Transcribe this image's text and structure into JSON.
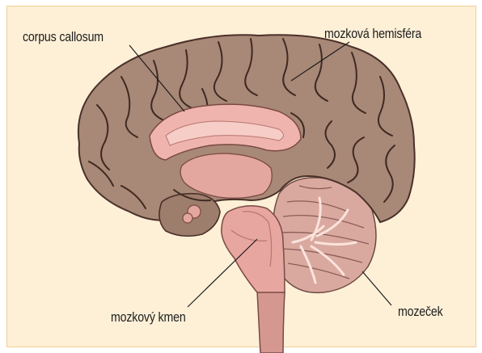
{
  "labels": {
    "corpus_callosum": "corpus callosum",
    "hemisphere": "mozková hemisféra",
    "brainstem": "mozkový kmen",
    "cerebellum": "mozeček"
  },
  "colors": {
    "background": "#fdf0d7",
    "frame_border": "#efcf92",
    "cerebrum": "#a88876",
    "cerebrum_shade": "#8a6a5a",
    "sulcus": "#3f2a22",
    "inner_pink": "#efb4ad",
    "cerebellum": "#d9a9a0",
    "brainstem": "#e8a6a0"
  }
}
